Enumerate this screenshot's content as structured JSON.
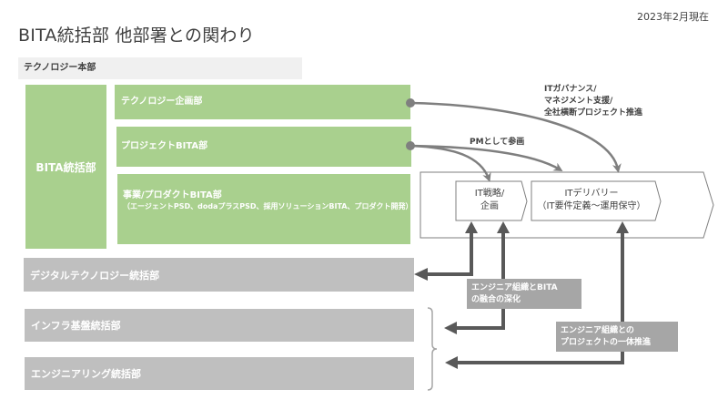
{
  "header": {
    "title": "BITA統括部 他部署との関わり",
    "date": "2023年2月現在"
  },
  "tech_hq": {
    "label": "テクノロジー本部"
  },
  "bita": {
    "label": "BITA統括部",
    "departments": [
      {
        "label": "テクノロジー企画部"
      },
      {
        "label": "プロジェクトBITA部"
      },
      {
        "label": "事業/プロダクトBITA部",
        "note": "（エージェントPSD、dodaプラスPSD、採用ソリューションBITA、プロダクト開発）"
      }
    ]
  },
  "other_divisions": [
    {
      "label": "デジタルテクノロジー統括部"
    },
    {
      "label": "インフラ基盤統括部"
    },
    {
      "label": "エンジニアリング統括部"
    }
  ],
  "process": {
    "strategy": {
      "line1": "IT戦略/",
      "line2": "企画"
    },
    "delivery": {
      "line1": "ITデリバリー",
      "line2": "（IT要件定義～運用保守）"
    }
  },
  "relations": {
    "governance": [
      "ITガバナンス/",
      "マネジメント支援/",
      "全社横断プロジェクト推進"
    ],
    "pm": "PMとして参画",
    "fusion": [
      "エンジニア組織とBITA",
      "の融合の深化"
    ],
    "joint": [
      "エンジニア組織との",
      "プロジェクトの一体推進"
    ]
  },
  "colors": {
    "bita_green": "#a9d08e",
    "division_gray": "#bfbfbf",
    "callout_gray": "#a6a6a6",
    "arrow_dark": "#595959",
    "arrow_mid": "#7f7f7f"
  }
}
